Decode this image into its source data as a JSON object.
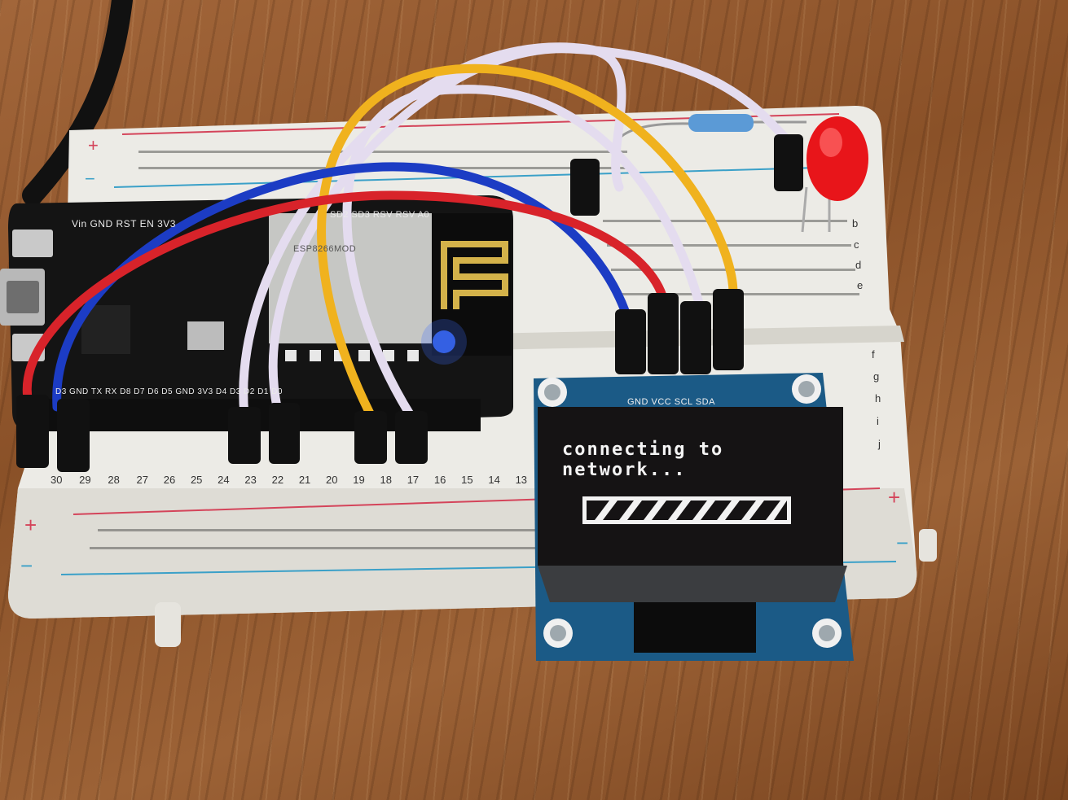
{
  "oled": {
    "line1": "connecting to",
    "line2": "network...",
    "pins": "GND VCC SCL SDA"
  },
  "nodemcu": {
    "top_pins": "Vin GND RST EN 3V3",
    "top_pins_right": "SD2 SD3 RSV RSV A0",
    "bottom_pins": "D3 GND TX RX D8 D7 D6 D5 GND 3V3 D4 D3 D2 D1 D0",
    "module_text": "ESP8266MOD"
  },
  "breadboard": {
    "row_numbers": [
      "30",
      "29",
      "28",
      "27",
      "26",
      "25",
      "24",
      "23",
      "22",
      "21",
      "20",
      "19",
      "18",
      "17",
      "16",
      "15",
      "14",
      "13"
    ],
    "col_letters_right": [
      "f",
      "g",
      "h",
      "i",
      "j"
    ],
    "col_letters_top": [
      "b",
      "c",
      "d",
      "e"
    ],
    "plus": "+",
    "minus": "−"
  },
  "colors": {
    "wire_red": "#d8232a",
    "wire_blue": "#1c3cc4",
    "wire_yellow": "#f0b21e",
    "wire_white": "#e4dcef",
    "led": "#e8151a",
    "status_led": "#3a6bff"
  }
}
